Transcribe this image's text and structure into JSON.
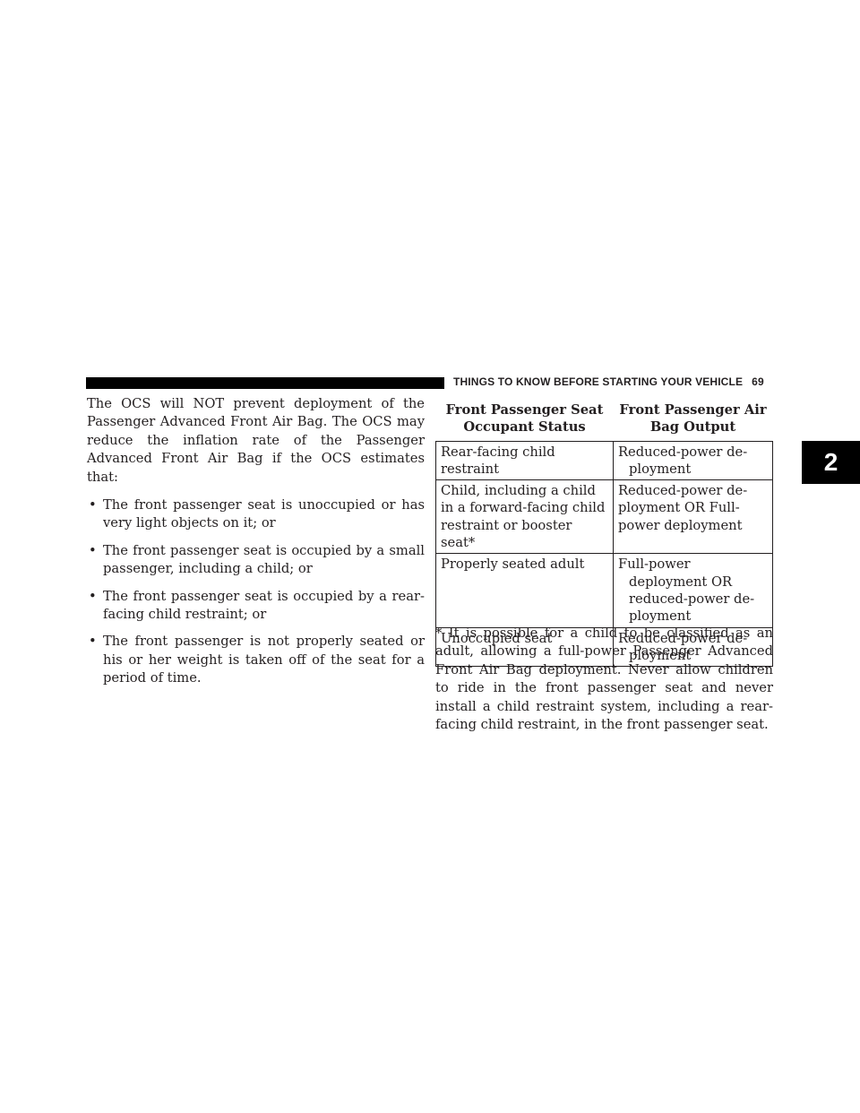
{
  "header": {
    "section_title": "THINGS TO KNOW BEFORE STARTING YOUR VEHICLE",
    "page_number": "69"
  },
  "chapter_tab": "2",
  "intro": "The OCS will NOT prevent deployment of the Passenger Advanced Front Air Bag. The OCS may reduce the inflation rate of the Passenger Advanced Front Air Bag if the OCS estimates that:",
  "bullets": [
    "The front passenger seat is unoccupied or has very light objects on it; or",
    "The front passenger seat is occupied by a small passenger, including a child; or",
    "The front passenger seat is occupied by a rear-facing child restraint; or",
    "The front passenger is not properly seated or his or her weight is taken off of the seat for a period of time."
  ],
  "bullet_symbol": "•",
  "table": {
    "headers": [
      "Front Passenger Seat Oc­cupant Status",
      "Front Passenger Air Bag Output"
    ],
    "rows": [
      [
        "Rear-facing child restraint",
        "Reduced-power de­ployment"
      ],
      [
        "Child, including a child in a forward-facing child re­straint or booster seat*",
        "Reduced-power de­ployment OR Full-power deployment"
      ],
      [
        "Properly seated adult",
        "Full-power deployment OR reduced-power de­ployment"
      ],
      [
        "Unoccupied seat",
        "Reduced-power de­ployment"
      ]
    ]
  },
  "footnote": "* It is possible for a child to be classified as an adult, allowing a full-power Passenger Advanced Front Air Bag deployment. Never allow children to ride in the front passenger seat and never install a child restraint system, including a rear-facing child restraint, in the front pas­senger seat."
}
